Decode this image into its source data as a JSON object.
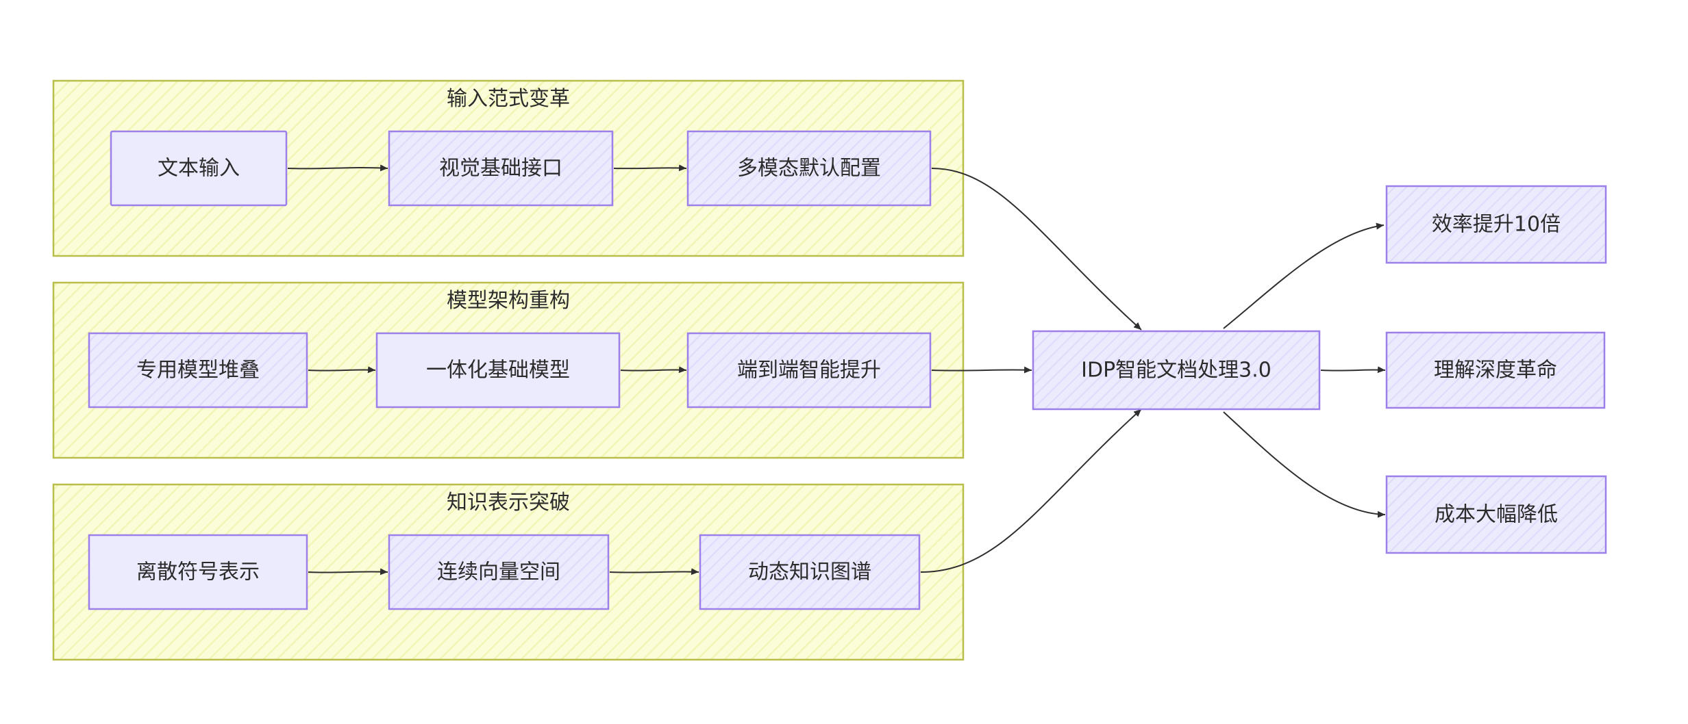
{
  "groups": [
    {
      "id": "input",
      "title": "输入范式变革"
    },
    {
      "id": "model",
      "title": "模型架构重构"
    },
    {
      "id": "knowledge",
      "title": "知识表示突破"
    }
  ],
  "nodes": {
    "text_input": "文本输入",
    "visual_interface": "视觉基础接口",
    "multimodal_default": "多模态默认配置",
    "specialized_stack": "专用模型堆叠",
    "unified_foundation": "一体化基础模型",
    "e2e_intelligence": "端到端智能提升",
    "discrete_symbols": "离散符号表示",
    "continuous_vector": "连续向量空间",
    "dynamic_kg": "动态知识图谱",
    "idp": "IDP智能文档处理3.0",
    "efficiency": "效率提升10倍",
    "understanding": "理解深度革命",
    "cost": "成本大幅降低"
  },
  "edges": [
    {
      "from": "text_input",
      "to": "visual_interface"
    },
    {
      "from": "visual_interface",
      "to": "multimodal_default"
    },
    {
      "from": "specialized_stack",
      "to": "unified_foundation"
    },
    {
      "from": "unified_foundation",
      "to": "e2e_intelligence"
    },
    {
      "from": "discrete_symbols",
      "to": "continuous_vector"
    },
    {
      "from": "continuous_vector",
      "to": "dynamic_kg"
    },
    {
      "from": "multimodal_default",
      "to": "idp"
    },
    {
      "from": "e2e_intelligence",
      "to": "idp"
    },
    {
      "from": "dynamic_kg",
      "to": "idp"
    },
    {
      "from": "idp",
      "to": "efficiency"
    },
    {
      "from": "idp",
      "to": "understanding"
    },
    {
      "from": "idp",
      "to": "cost"
    }
  ],
  "colors": {
    "group_fill": "#fbfdd8",
    "group_stroke": "#b9bd4a",
    "node_fill": "#eceafd",
    "node_stroke": "#9c7fe8",
    "edge": "#2f2f2f"
  }
}
